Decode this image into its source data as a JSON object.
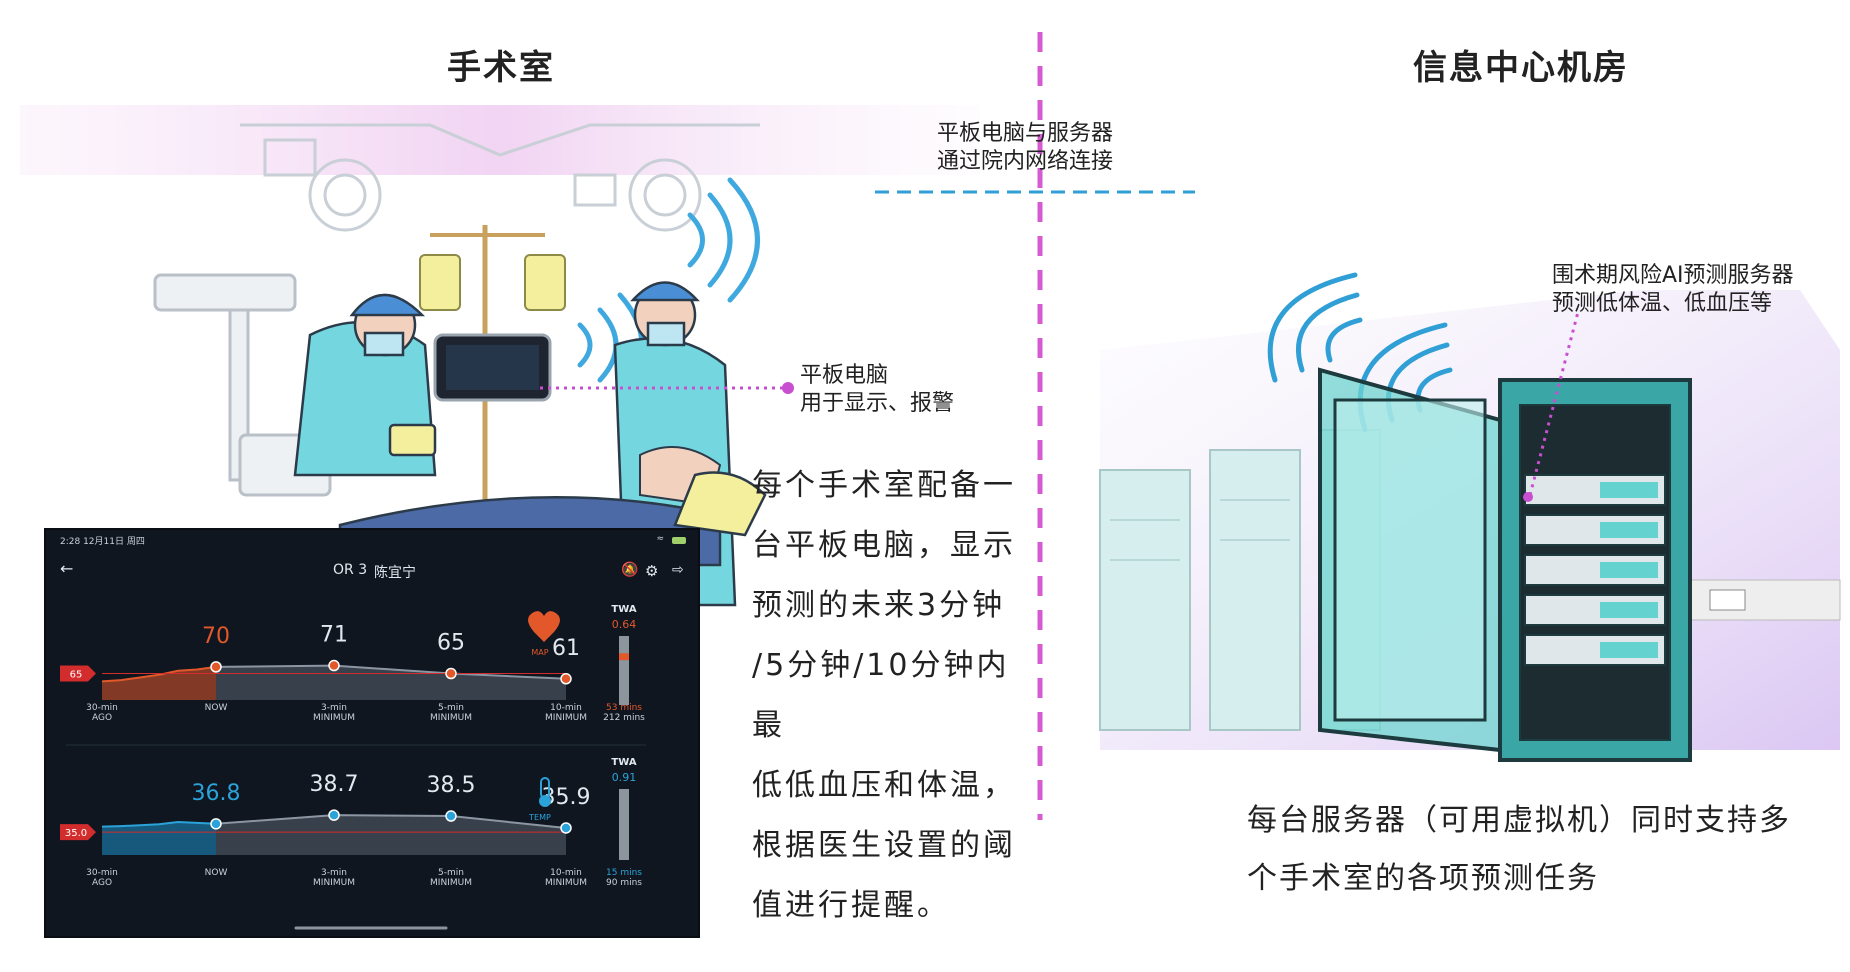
{
  "headings": {
    "left": "手术室",
    "right": "信息中心机房"
  },
  "notes": {
    "network_line1": "平板电脑与服务器",
    "network_line2": "通过院内网络连接",
    "tablet_line1": "平板电脑",
    "tablet_line2": "用于显示、报警",
    "server_line1": "围术期风险AI预测服务器",
    "server_line2": "预测低体温、低血压等"
  },
  "left_desc": [
    "每个手术室配备一",
    "台平板电脑，显示",
    "预测的未来3分钟",
    "/5分钟/10分钟内最",
    "低低血压和体温，",
    "根据医生设置的阈",
    "值进行提醒。"
  ],
  "right_desc": [
    "每台服务器（可用虚拟机）同时支持多",
    "个手术室的各项预测任务"
  ],
  "tablet": {
    "status_time": "2:28  12月11日 周四",
    "room": "OR 3",
    "patient": "陈宜宁",
    "map_label": "MAP",
    "temp_label": "TEMP",
    "twa_label": "TWA",
    "map_twa": "0.64",
    "map_twa_mins": "53 mins",
    "map_twa_total": "212 mins",
    "temp_twa": "0.91",
    "temp_twa_mins": "15 mins",
    "temp_twa_total": "90 mins"
  },
  "chart_data": [
    {
      "type": "line",
      "name": "MAP",
      "categories": [
        "30-min AGO",
        "NOW",
        "3-min MINIMUM",
        "5-min MINIMUM",
        "10-min MINIMUM"
      ],
      "x_labels_top": [
        "30-min",
        "NOW",
        "3-min",
        "5-min",
        "10-min"
      ],
      "x_labels_bottom": [
        "AGO",
        "",
        "MINIMUM",
        "MINIMUM",
        "MINIMUM"
      ],
      "history": [
        59,
        60,
        62,
        64,
        67,
        68,
        70
      ],
      "points": [
        {
          "label": "NOW",
          "value": 70
        },
        {
          "label": "3-min",
          "value": 71
        },
        {
          "label": "5-min",
          "value": 65
        },
        {
          "label": "10-min",
          "value": 61
        }
      ],
      "threshold": 65,
      "threshold_label": "65",
      "ylim": [
        45,
        85
      ],
      "color": "#e2582a"
    },
    {
      "type": "line",
      "name": "TEMP",
      "categories": [
        "30-min AGO",
        "NOW",
        "3-min MINIMUM",
        "5-min MINIMUM",
        "10-min MINIMUM"
      ],
      "x_labels_top": [
        "30-min",
        "NOW",
        "3-min",
        "5-min",
        "10-min"
      ],
      "x_labels_bottom": [
        "AGO",
        "",
        "MINIMUM",
        "MINIMUM",
        "MINIMUM"
      ],
      "history": [
        36.2,
        36.3,
        36.5,
        36.7,
        37.2,
        37.0,
        36.8
      ],
      "points": [
        {
          "label": "NOW",
          "value": 36.8
        },
        {
          "label": "3-min",
          "value": 38.7
        },
        {
          "label": "5-min",
          "value": 38.5
        },
        {
          "label": "10-min",
          "value": 35.9
        }
      ],
      "threshold": 35.0,
      "threshold_label": "35.0",
      "ylim": [
        30,
        42
      ],
      "color": "#2aa3d9"
    }
  ]
}
